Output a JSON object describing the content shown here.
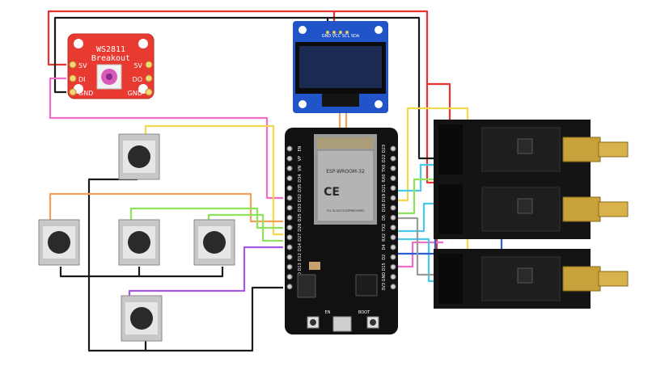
{
  "ws2811": {
    "title_line1": "WS2811",
    "title_line2": "Breakout",
    "pin_5v": "5V",
    "pin_di": "DI",
    "pin_do": "DO",
    "pin_gnd": "GND"
  },
  "oled": {
    "pin_labels": "GND VCC SCL SDA"
  },
  "esp32": {
    "module_name": "ESP-WROOM-32",
    "ce_mark": "CE",
    "fcc_text": "FCC ID:2AC7Z-ESPWROOM32",
    "left_pins": [
      "EN",
      "VP",
      "VN",
      "D34",
      "D35",
      "D32",
      "D33",
      "D25",
      "D26",
      "D27",
      "D14",
      "D12",
      "D13",
      "GND",
      "VIN"
    ],
    "right_pins": [
      "D23",
      "D22",
      "TX0",
      "RX0",
      "D21",
      "D19",
      "D18",
      "D5",
      "TX2",
      "RX2",
      "D4",
      "D2",
      "D15",
      "GND",
      "3V3"
    ],
    "btn_en": "EN",
    "btn_boot": "BOOT"
  },
  "colors": {
    "red": "#e8322d",
    "black": "#1a1a1a",
    "pink": "#f06fc6",
    "orange": "#f5a05a",
    "yellow": "#f2d84a",
    "green": "#8ee35a",
    "purple": "#a35ae8",
    "blue": "#2a5fd6",
    "cyan": "#4ac8e8",
    "gray": "#9a9a9a"
  }
}
